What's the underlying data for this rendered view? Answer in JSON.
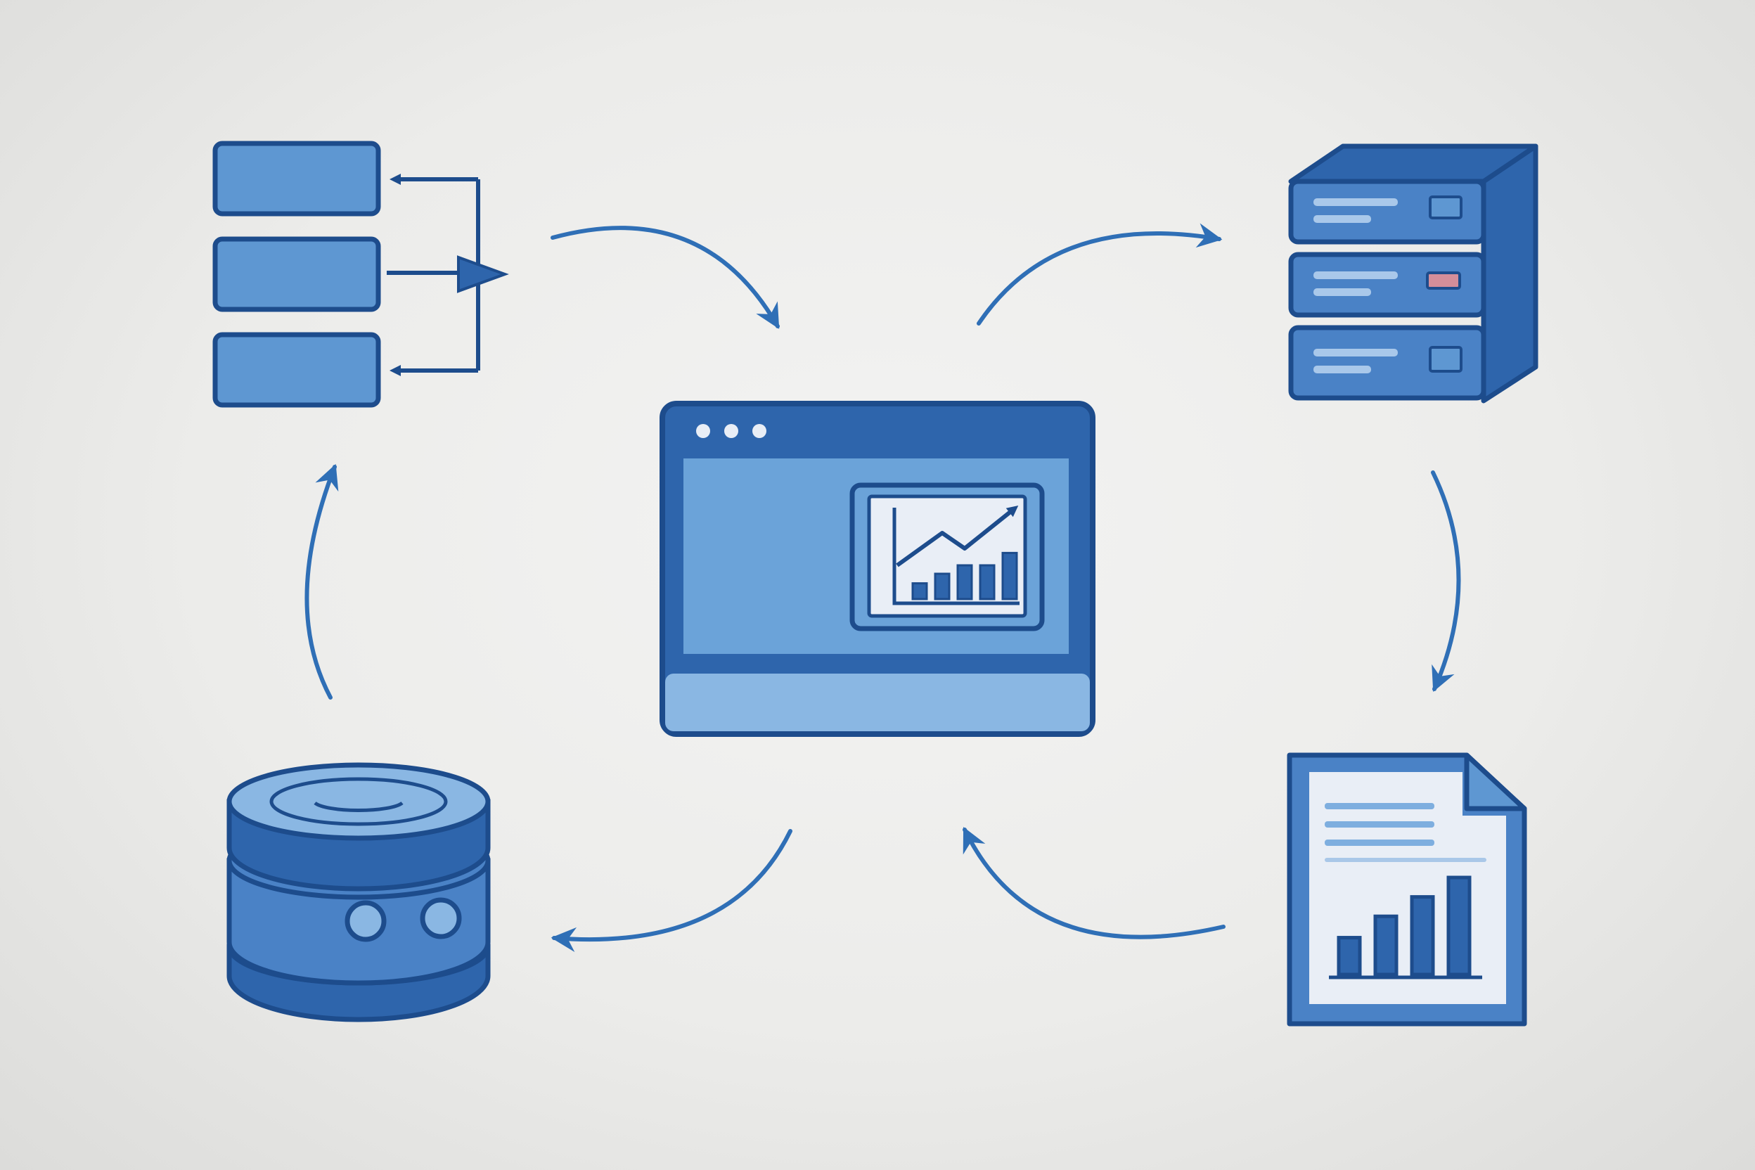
{
  "colors": {
    "stroke": "#1d4c8c",
    "dark_fill": "#2e65ac",
    "mid_fill": "#5e97d2",
    "light_fill": "#87b4e0",
    "paper": "#e9eef6",
    "arrow": "#2f6fb6",
    "indicator_red": "#d48e9a"
  },
  "nodes": [
    {
      "id": "workflow",
      "icon": "workflow-icon",
      "text": ""
    },
    {
      "id": "server",
      "icon": "server-rack-icon",
      "text": ""
    },
    {
      "id": "dashboard",
      "icon": "dashboard-window-icon",
      "text": ""
    },
    {
      "id": "report",
      "icon": "report-document-icon",
      "text": ""
    },
    {
      "id": "database",
      "icon": "database-icon",
      "text": ""
    }
  ],
  "flow": [
    {
      "from": "workflow",
      "to": "dashboard"
    },
    {
      "from": "dashboard",
      "to": "server"
    },
    {
      "from": "server",
      "to": "report"
    },
    {
      "from": "report",
      "to": "dashboard"
    },
    {
      "from": "dashboard",
      "to": "database"
    },
    {
      "from": "database",
      "to": "workflow"
    }
  ],
  "dashboard_chart": {
    "bars": [
      0.28,
      0.45,
      0.6,
      0.6,
      0.82
    ]
  },
  "report_chart": {
    "bars": [
      0.38,
      0.6,
      0.8,
      1.0
    ]
  }
}
